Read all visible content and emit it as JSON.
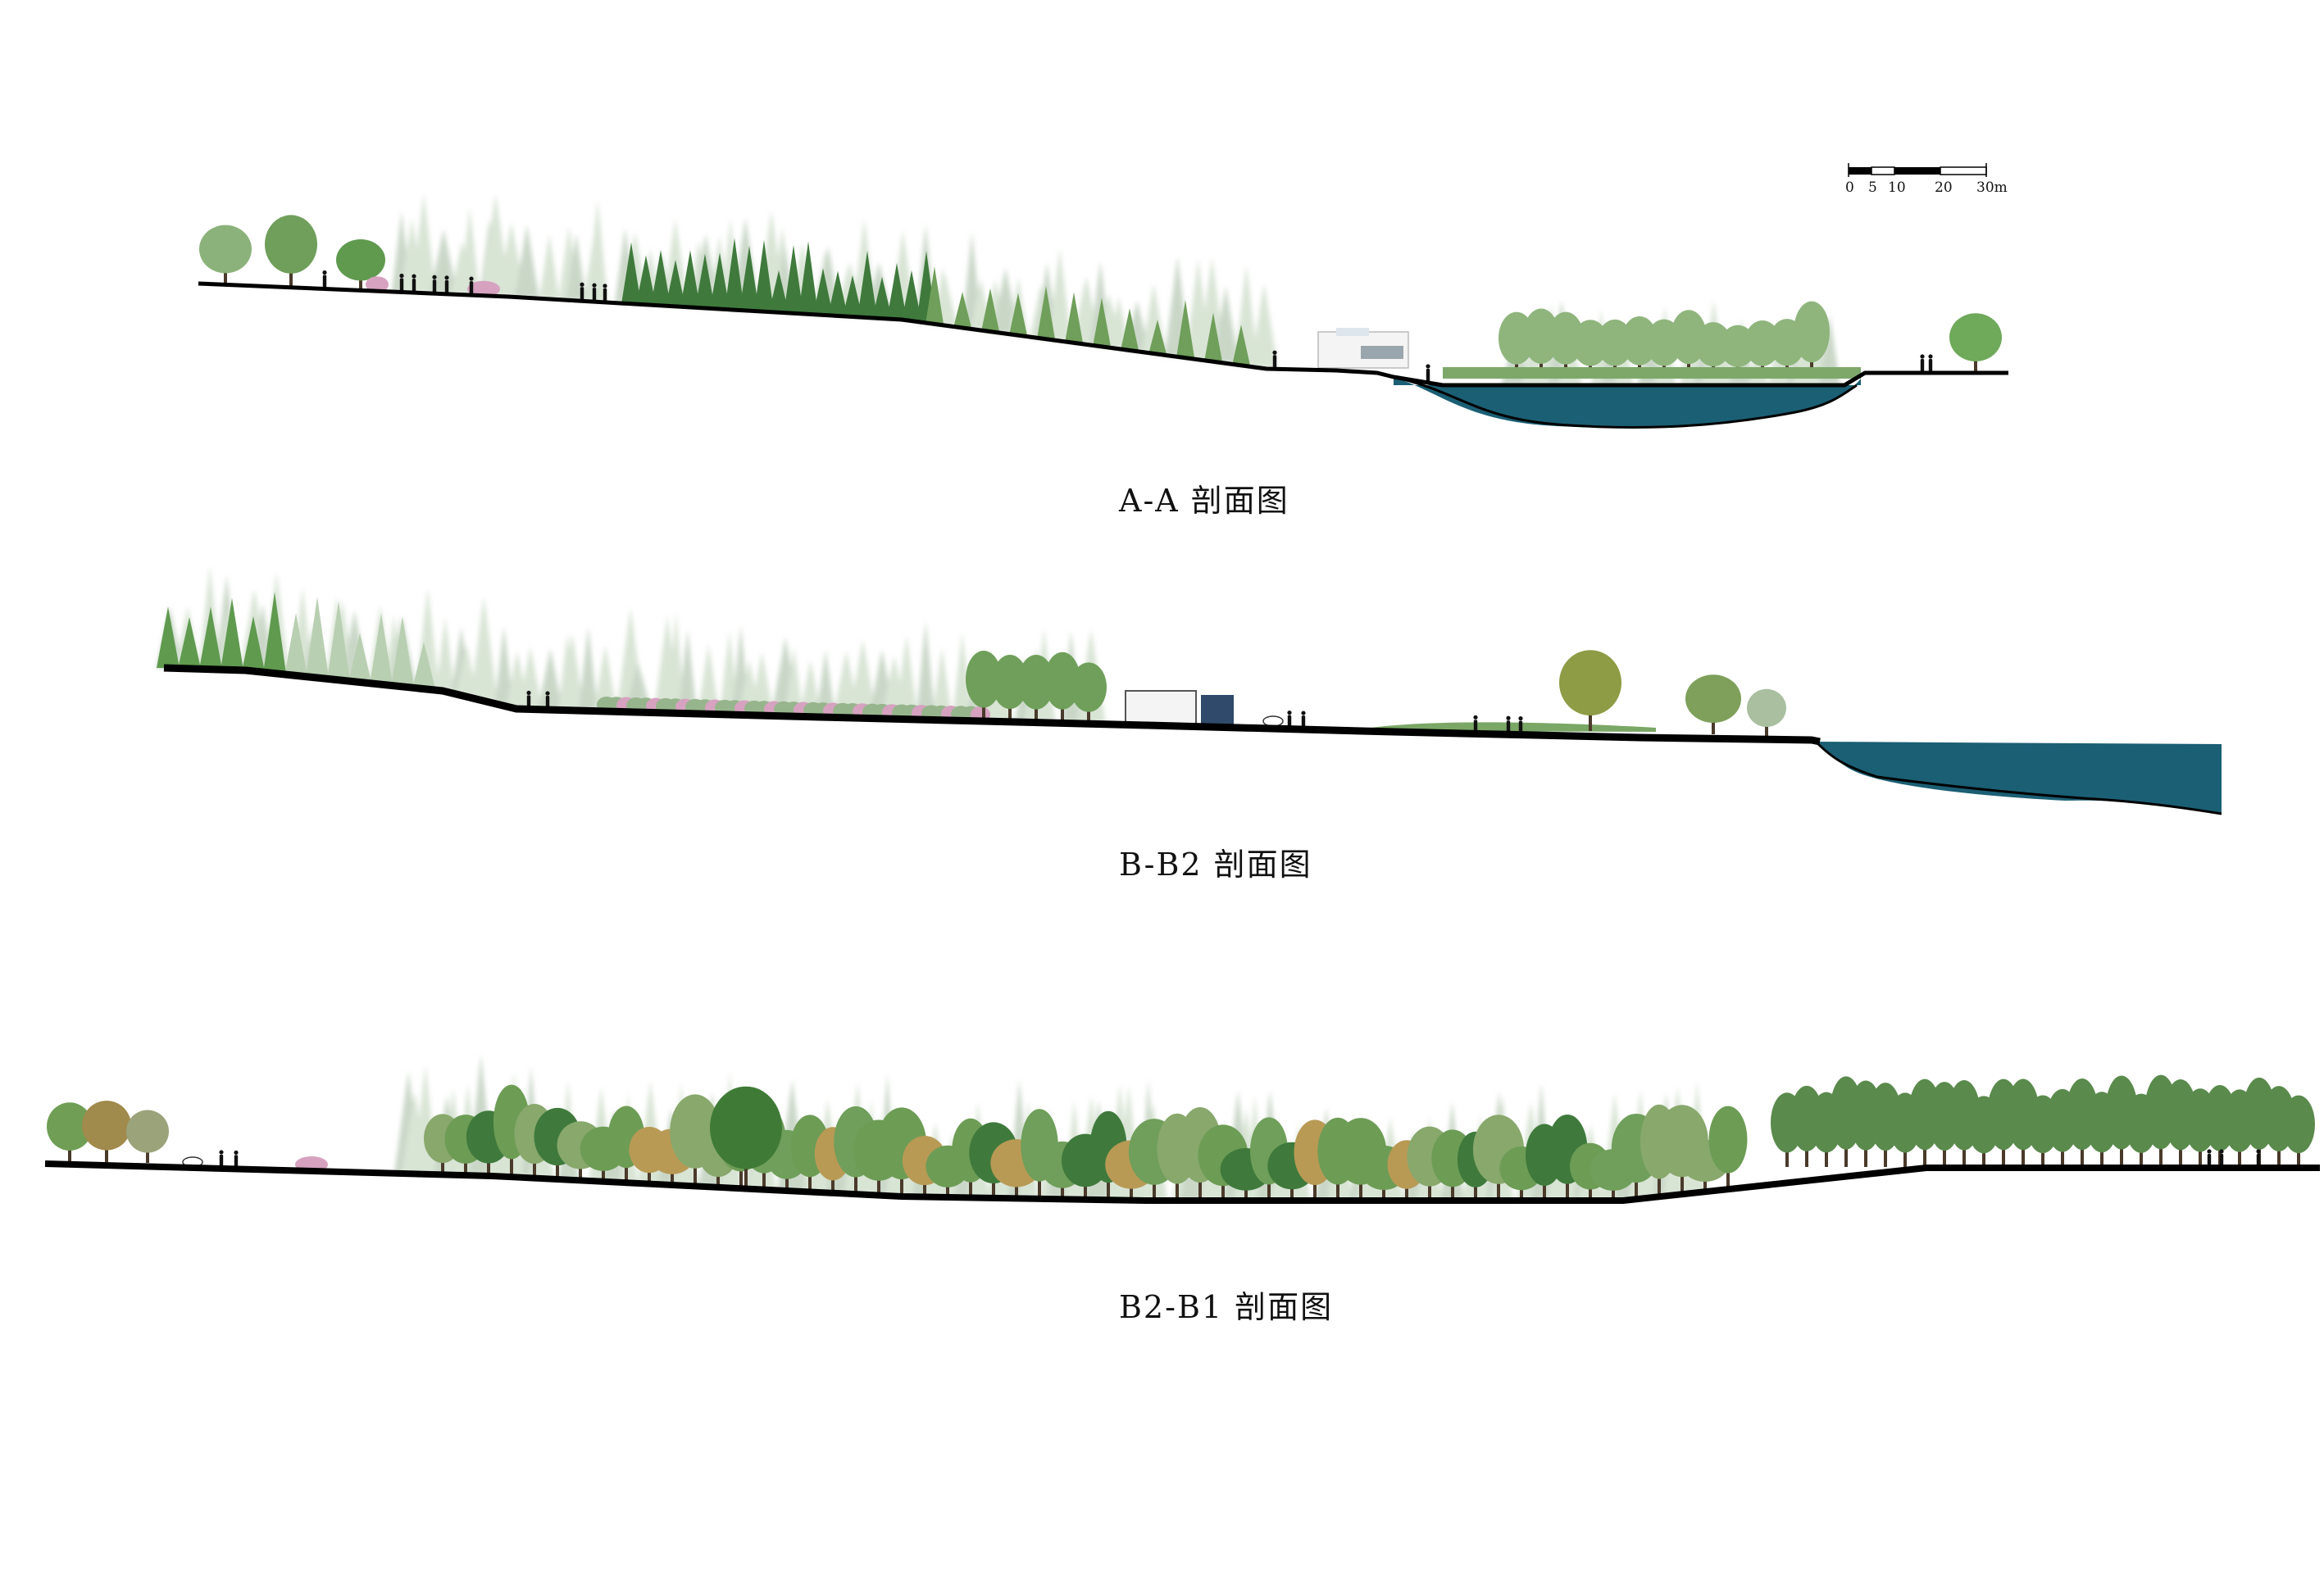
{
  "sections": [
    {
      "id": "aa",
      "title": "A-A 剖面图"
    },
    {
      "id": "bb2",
      "title": "B-B2 剖面图"
    },
    {
      "id": "b2b1",
      "title": "B2-B1 剖面图"
    }
  ],
  "scale_bar": {
    "ticks": [
      "0",
      "5",
      "10",
      "20",
      "30m"
    ]
  },
  "colors": {
    "ground": "#000000",
    "water": "#1b5f74",
    "foliage_dark": "#3f7a3c",
    "foliage_mid": "#6f9f5a",
    "foliage_light": "#b9cfb2",
    "blossom": "#d6a2c0",
    "autumn": "#b89a55",
    "building": "#f4f4f4"
  }
}
